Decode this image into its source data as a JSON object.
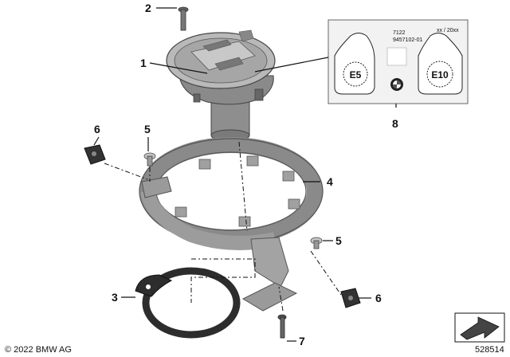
{
  "callouts": {
    "c1": "1",
    "c2": "2",
    "c3": "3",
    "c4": "4",
    "c5a": "5",
    "c5b": "5",
    "c6a": "6",
    "c6b": "6",
    "c7": "7",
    "c8": "8"
  },
  "label_sticker": {
    "code": "7122",
    "part_number": "9457102-01",
    "date_field": "xx / 20xx",
    "fuel_left": "E5",
    "fuel_right": "E10"
  },
  "footer": {
    "copyright": "© 2022 BMW AG",
    "diagram_number": "528514"
  },
  "icons": [
    "bmw-roundel-icon",
    "arrow-stamp-icon"
  ],
  "colors": {
    "part_grey": "#9a9a9a",
    "part_dark": "#3a3a3a",
    "line": "#111111"
  }
}
